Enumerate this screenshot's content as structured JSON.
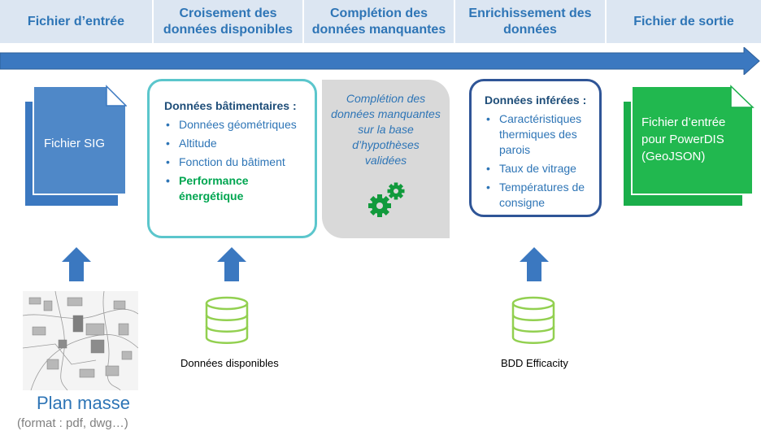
{
  "headers": [
    "Fichier d’entrée",
    "Croisement des données disponibles",
    "Complétion des données manquantes",
    "Enrichissement des données",
    "Fichier de sortie"
  ],
  "input_doc": {
    "label": "Fichier SIG"
  },
  "available_box": {
    "title": "Données bâtimentaires :",
    "items": [
      "Données géométriques",
      "Altitude",
      "Fonction du bâtiment",
      "Performance énergétique"
    ]
  },
  "completion_box": {
    "text": "Complétion des données manquantes sur la base d’hypothèses validées"
  },
  "inferred_box": {
    "title": "Données inférées :",
    "items": [
      "Caractéristiques thermiques des parois",
      "Taux de vitrage",
      "Températures de consigne"
    ]
  },
  "output_doc": {
    "label": "Fichier d’entrée pour PowerDIS (GeoJSON)"
  },
  "plan": {
    "title": "Plan masse",
    "subtitle": "(format : pdf, dwg…)"
  },
  "db_available": {
    "caption": "Données disponibles"
  },
  "db_efficacity": {
    "caption": "BDD Efficacity"
  },
  "colors": {
    "header_bg": "#dce6f2",
    "header_text": "#2e75b6",
    "arrow": "#2e75b6",
    "doc_blue": "#3b78c0",
    "doc_green": "#1aae4a",
    "teal_border": "#5bc6cc",
    "navy_border": "#2f5597",
    "db_green": "#92d050",
    "gear_green": "#119a3c"
  }
}
